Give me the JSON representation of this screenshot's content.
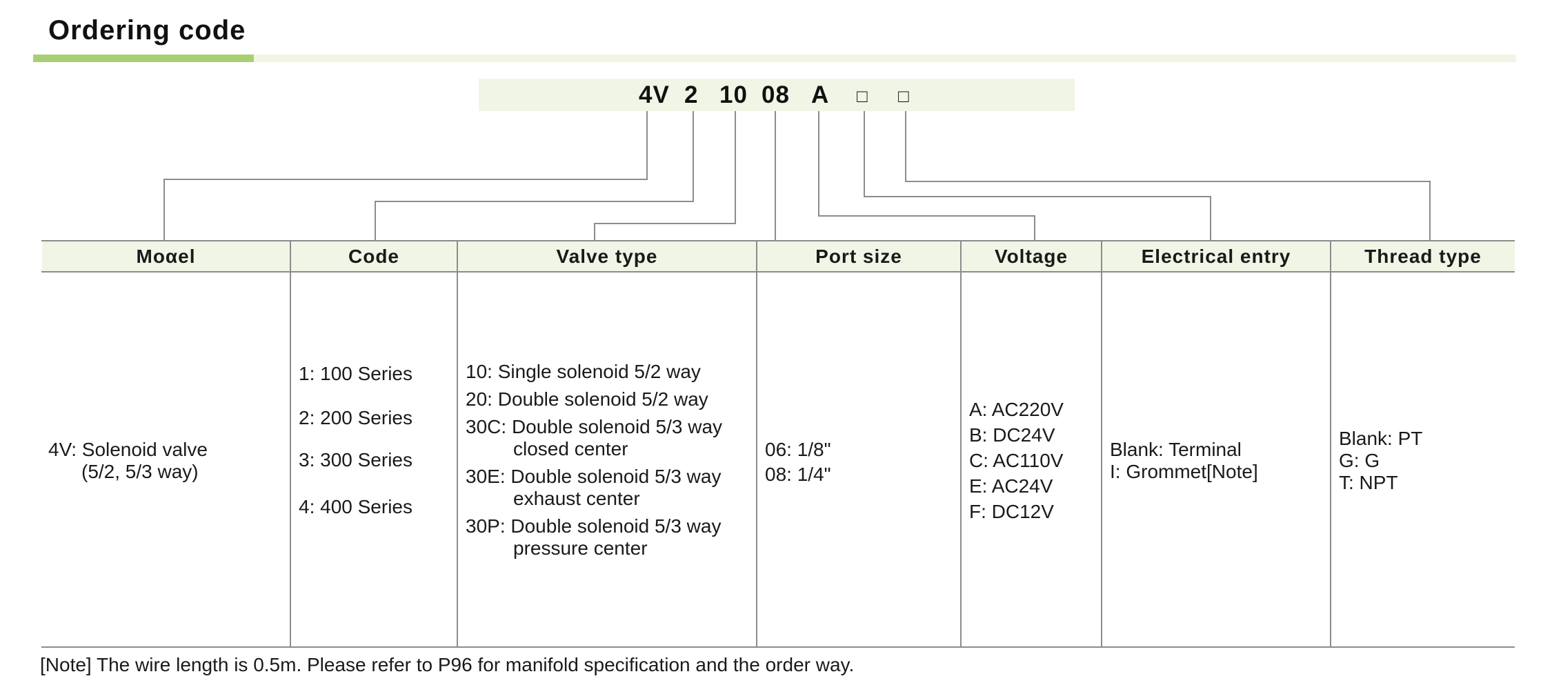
{
  "title": "Ordering code",
  "code_segments": [
    "4V",
    "2",
    "10",
    "08",
    "A",
    "□",
    "□"
  ],
  "headers": {
    "model": "Moαel",
    "code": "Code",
    "valve_type": "Valve type",
    "port_size": "Port size",
    "voltage": "Voltage",
    "electrical_entry": "Electrical entry",
    "thread_type": "Thread type"
  },
  "model": {
    "line1": "4V: Solenoid valve",
    "line2": "(5/2, 5/3 way)"
  },
  "code_items": [
    "1: 100 Series",
    "2: 200 Series",
    "3: 300 Series",
    "4: 400 Series"
  ],
  "valve_types": [
    {
      "code": "10:",
      "desc": "Single solenoid 5/2 way",
      "desc2": ""
    },
    {
      "code": "20:",
      "desc": "Double solenoid 5/2 way",
      "desc2": ""
    },
    {
      "code": "30C:",
      "desc": "Double solenoid 5/3 way",
      "desc2": "closed center"
    },
    {
      "code": "30E:",
      "desc": "Double solenoid 5/3 way",
      "desc2": "exhaust center"
    },
    {
      "code": "30P:",
      "desc": "Double solenoid 5/3 way",
      "desc2": "pressure center"
    }
  ],
  "port_sizes": [
    "06: 1/8\"",
    "08: 1/4\""
  ],
  "voltages": [
    "A: AC220V",
    "B: DC24V",
    "C: AC110V",
    "E: AC24V",
    "F: DC12V"
  ],
  "electrical_entries": [
    "Blank: Terminal",
    "I: Grommet[Note]"
  ],
  "thread_types": [
    "Blank: PT",
    "G: G",
    "T: NPT"
  ],
  "note": "[Note] The wire length is 0.5m.  Please refer to P96 for manifold specification and the order way.",
  "colors": {
    "accent": "#a9cf74",
    "panel": "#f1f5e6",
    "line": "#8c8c8c"
  }
}
